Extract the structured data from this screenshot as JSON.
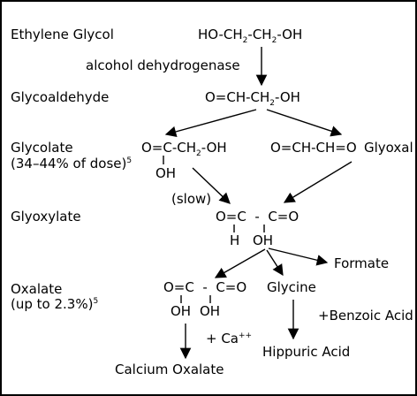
{
  "labels": {
    "ethylene_glycol": "Ethylene Glycol",
    "glycoaldehyde": "Glycoaldehyde",
    "glycolate": "Glycolate",
    "glycolate_dose": "(34–44% of dose)",
    "glycolate_ref": "5",
    "glyoxylate": "Glyoxylate",
    "oxalate": "Oxalate",
    "oxalate_dose": "(up to 2.3%)",
    "oxalate_ref": "5"
  },
  "formulas": {
    "eg_a": "HO-CH",
    "eg_sub1": "2",
    "eg_b": "-CH",
    "eg_sub2": "2",
    "eg_c": "-OH",
    "enzyme": "alcohol dehydrogenase",
    "ga_a": "O=CH-CH",
    "ga_sub": "2",
    "ga_b": "-OH",
    "gc_a": "O=C-CH",
    "gc_sub": "2",
    "gc_b": "-OH",
    "gc_oh": "OH",
    "glyoxal_formula": "O=CH-CH=O",
    "glyoxal_name": "Glyoxal",
    "slow": "(slow)",
    "gx_top": "O=C  -  C=O",
    "gx_h": "H",
    "gx_oh": "OH",
    "formate": "Formate",
    "ox_top": "O=C  -  C=O",
    "ox_oh1": "OH",
    "ox_oh2": "OH",
    "glycine": "Glycine",
    "benzoic": "+Benzoic Acid",
    "calcium_a": "+ Ca",
    "calcium_sup": "++",
    "calcium_oxalate": "Calcium Oxalate",
    "hippuric": "Hippuric Acid"
  }
}
